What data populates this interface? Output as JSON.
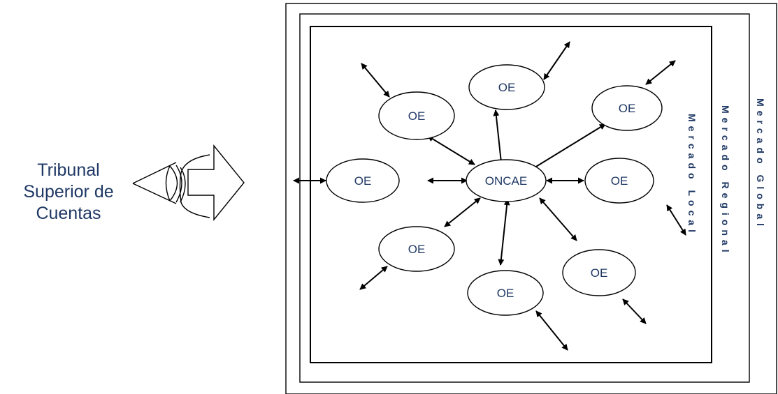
{
  "actor": {
    "lines": [
      "Tribunal",
      "Superior de",
      "Cuentas"
    ]
  },
  "markets": {
    "global": "Mercado Global",
    "regional": "Mercado Regional",
    "local": "Mercado Local"
  },
  "center": {
    "label": "ONCAE"
  },
  "entities": [
    {
      "id": "oe-top-left",
      "label": "OE"
    },
    {
      "id": "oe-top",
      "label": "OE"
    },
    {
      "id": "oe-top-right",
      "label": "OE"
    },
    {
      "id": "oe-left",
      "label": "OE"
    },
    {
      "id": "oe-right",
      "label": "OE"
    },
    {
      "id": "oe-bottom-left",
      "label": "OE"
    },
    {
      "id": "oe-bottom",
      "label": "OE"
    },
    {
      "id": "oe-bottom-right",
      "label": "OE"
    }
  ],
  "colors": {
    "text": "#1f3864",
    "stroke": "#000000"
  }
}
